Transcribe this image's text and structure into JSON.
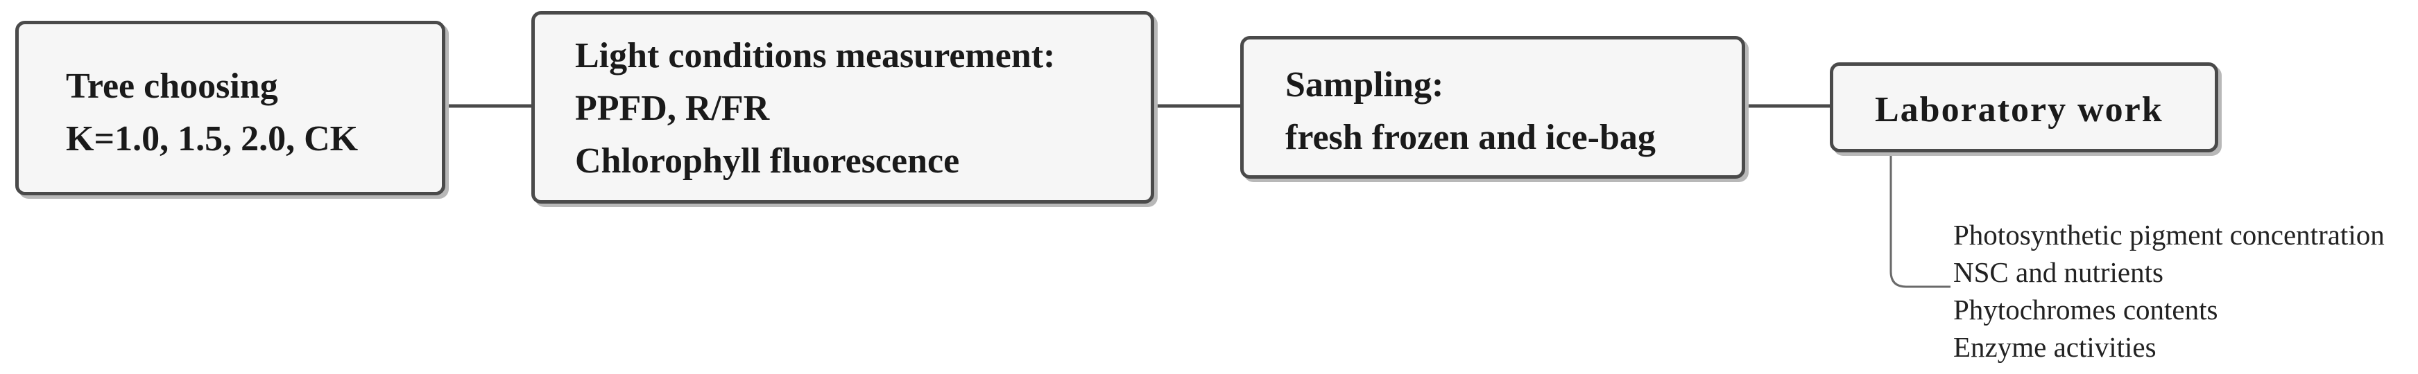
{
  "steps": [
    {
      "lines": [
        "Tree choosing",
        "K=1.0, 1.5, 2.0, CK"
      ]
    },
    {
      "lines": [
        "Light conditions measurement:",
        "PPFD, R/FR",
        "Chlorophyll  fluorescence"
      ]
    },
    {
      "lines": [
        "Sampling:",
        "fresh frozen and ice-bag"
      ]
    },
    {
      "lines": [
        "Laboratory work"
      ]
    }
  ],
  "laboratory_details": [
    "Photosynthetic pigment concentration",
    "NSC and nutrients",
    "Phytochromes contents",
    "Enzyme activities"
  ],
  "colors": {
    "box_border": "#4a4a4a",
    "box_fill": "#f6f6f6",
    "box_shadow": "#b8b8b8",
    "connector": "#4a4a4a",
    "text": "#1a1a1a"
  }
}
